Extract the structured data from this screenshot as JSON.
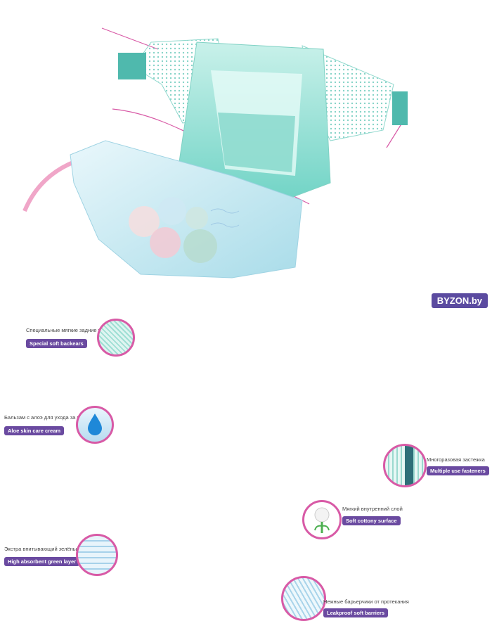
{
  "callouts": [
    {
      "ru": "Специальные мягкие задние ушки",
      "en": "Special soft backears"
    },
    {
      "ru": "Бальзам с алоэ для ухода за кожей",
      "en": "Aloe skin care cream"
    },
    {
      "ru": "Экстра впитывающий зелёный слой",
      "en": "High absorbent green layer"
    },
    {
      "ru": "Многоразовая застежка",
      "en": "Multiple use fasteners"
    },
    {
      "ru": "Мягкий внутренний слой",
      "en": "Soft cottony surface"
    },
    {
      "ru": "Нежные барьерчики от протекания",
      "en": "Leakproof soft barriers"
    }
  ],
  "watermark": "BYZON.by",
  "colors": {
    "accent": "#d85aa6",
    "label": "#6a4aa0",
    "diaper": "#9fe3d8"
  }
}
